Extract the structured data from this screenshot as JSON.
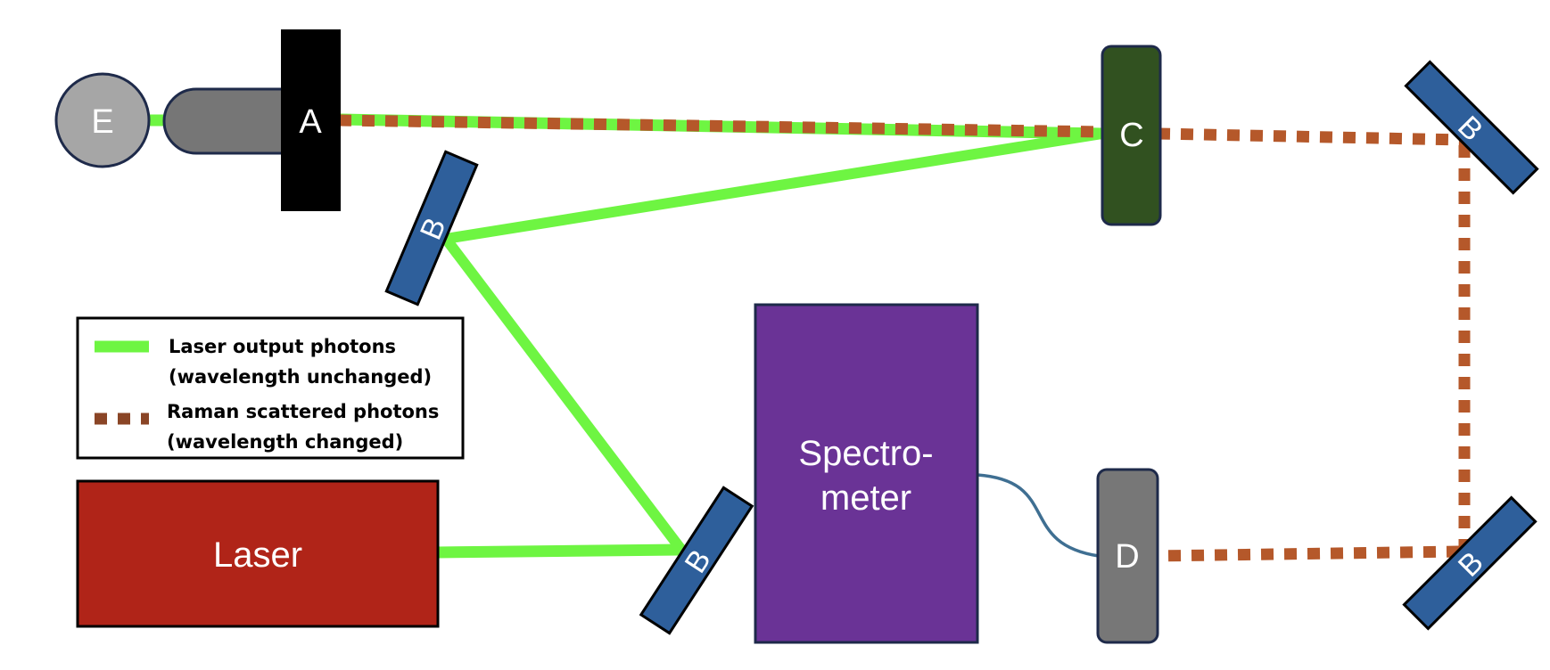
{
  "colors": {
    "laser_beam": "#6ef542",
    "raman_beam": "#b5582a",
    "laser_box": "#b02418",
    "spectrometer": "#6a3396",
    "mirror": "#2e5f9b",
    "filter_c": "#315120",
    "detector_d": "#777777",
    "component_a": "#000000",
    "tube": "#767676",
    "sphere_e": "#a6a6a6",
    "fiber": "#3f6f92"
  },
  "components": {
    "laser": "Laser",
    "spectrometer_line1": "Spectro-",
    "spectrometer_line2": "meter",
    "a": "A",
    "b": "B",
    "c": "C",
    "d": "D",
    "e": "E"
  },
  "legend": {
    "laser_line1": "Laser output photons",
    "laser_line2": "(wavelength unchanged)",
    "raman_line1": "Raman scattered photons",
    "raman_line2": "(wavelength changed)"
  }
}
